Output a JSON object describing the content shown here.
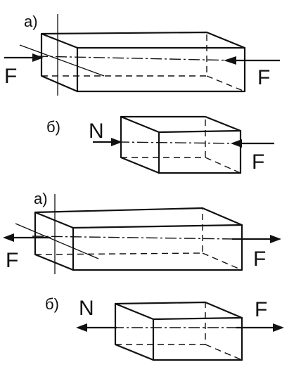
{
  "panels": [
    {
      "part_label": "а)",
      "left_force_label": "F",
      "right_force_label": "F"
    },
    {
      "part_label": "б)",
      "left_force_label": "N",
      "right_force_label": "F"
    },
    {
      "part_label": "а)",
      "left_force_label": "F",
      "right_force_label": "F"
    },
    {
      "part_label": "б)",
      "left_force_label": "N",
      "right_force_label": "F"
    }
  ]
}
